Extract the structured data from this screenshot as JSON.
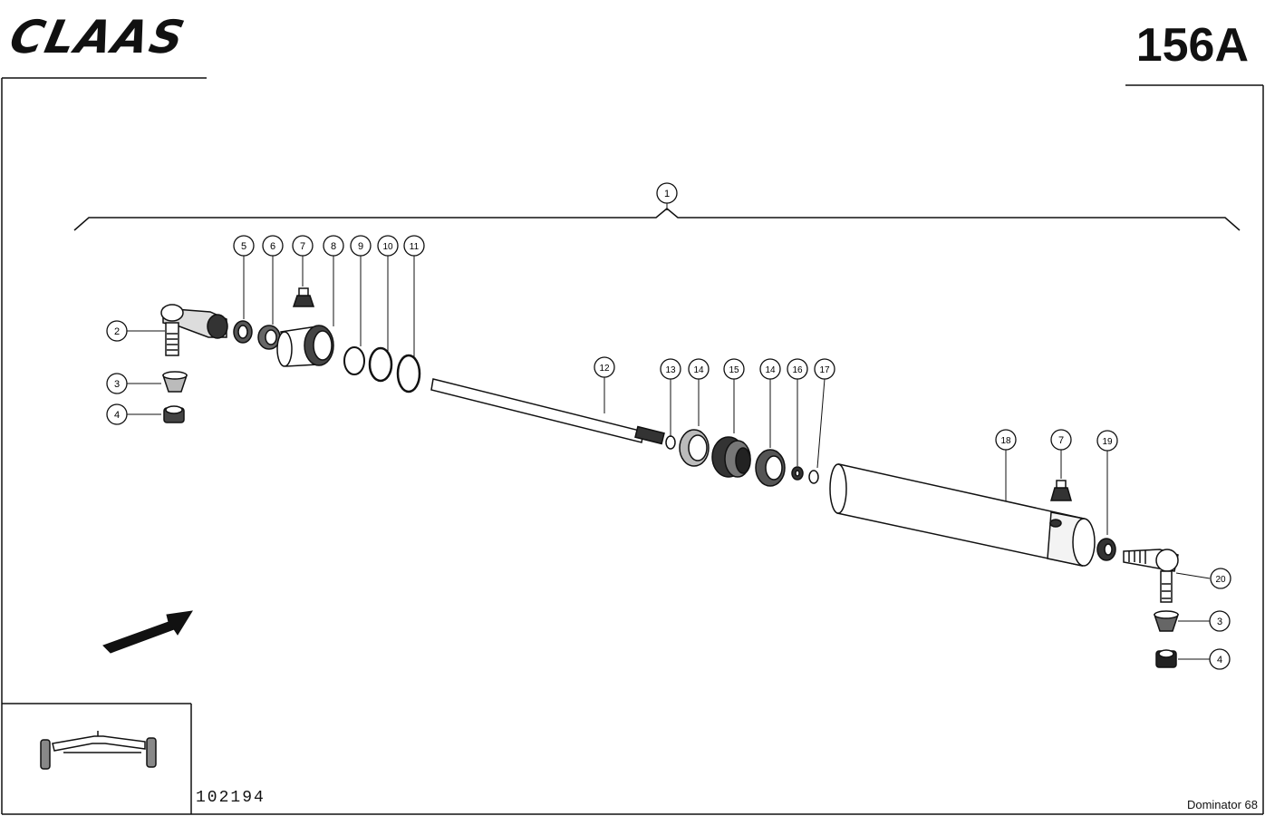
{
  "header": {
    "brand": "CLAAS",
    "page_number": "156A"
  },
  "footer": {
    "drawing_number": "102194",
    "model": "Dominator 68"
  },
  "callouts": [
    "1",
    "2",
    "3",
    "4",
    "5",
    "6",
    "7",
    "8",
    "9",
    "10",
    "11",
    "12",
    "13",
    "14",
    "15",
    "14",
    "16",
    "17",
    "18",
    "7",
    "19",
    "20",
    "3",
    "4"
  ]
}
